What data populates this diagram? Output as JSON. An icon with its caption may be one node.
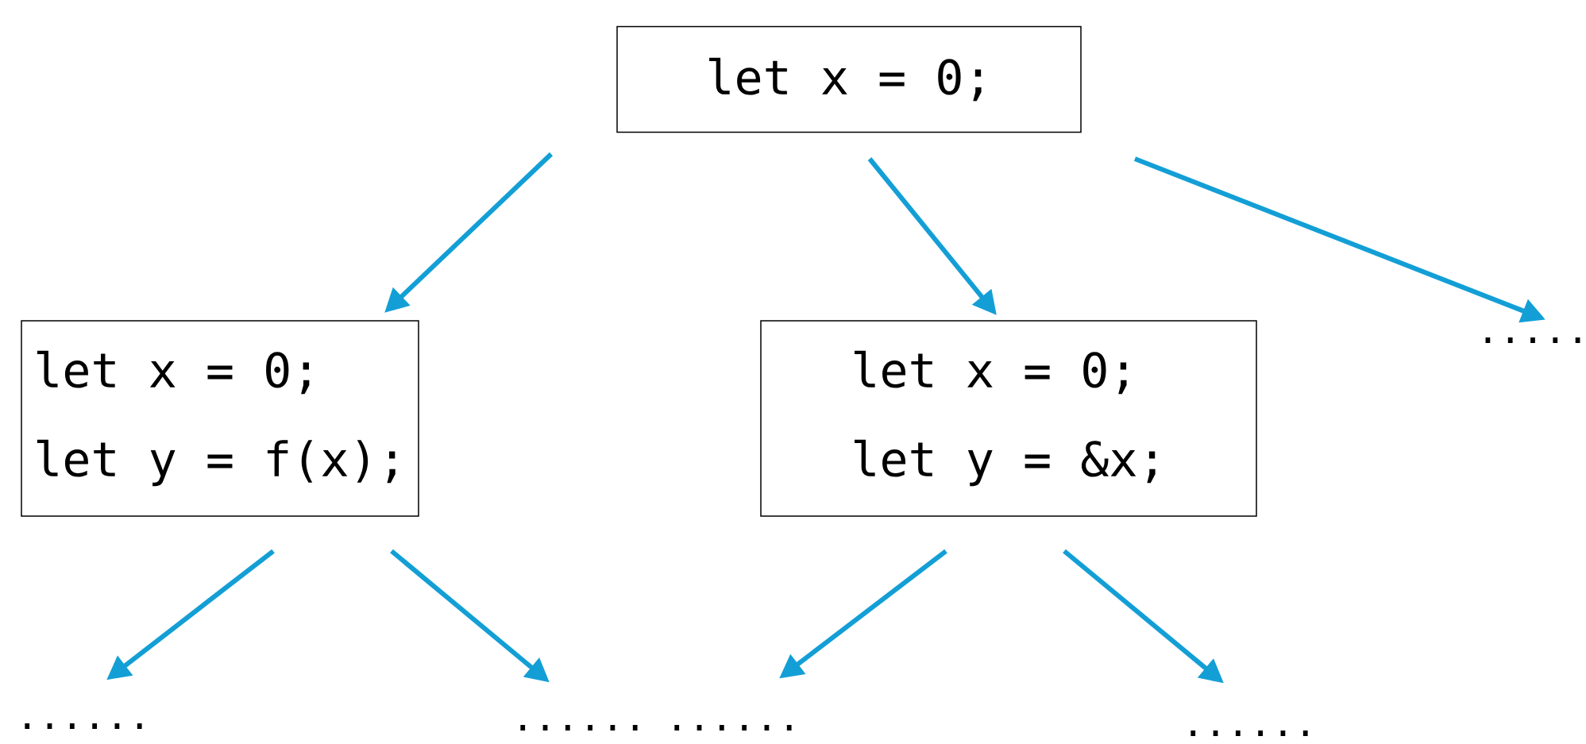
{
  "diagram": {
    "nodes": [
      {
        "text": [
          "let x = 0;"
        ]
      },
      {
        "text": [
          "let x = 0;",
          "let y = f(x);"
        ]
      },
      {
        "text": [
          "let x = 0;",
          "let y = &x;"
        ]
      },
      {
        "text": [
          "....."
        ]
      },
      {
        "text": [
          "......"
        ]
      },
      {
        "text": [
          "......"
        ]
      },
      {
        "text": [
          "......"
        ]
      },
      {
        "text": [
          "......"
        ]
      }
    ],
    "edges": [
      {
        "from": 0,
        "to": 1,
        "arrow": "to"
      },
      {
        "from": 0,
        "to": 2,
        "arrow": "to"
      },
      {
        "from": 0,
        "to": 3,
        "arrow": "to"
      },
      {
        "from": 1,
        "to": 4,
        "arrow": "to"
      },
      {
        "from": 1,
        "to": 5,
        "arrow": "to"
      },
      {
        "from": 2,
        "to": 6,
        "arrow": "to"
      },
      {
        "from": 2,
        "to": 7,
        "arrow": "to"
      }
    ]
  }
}
